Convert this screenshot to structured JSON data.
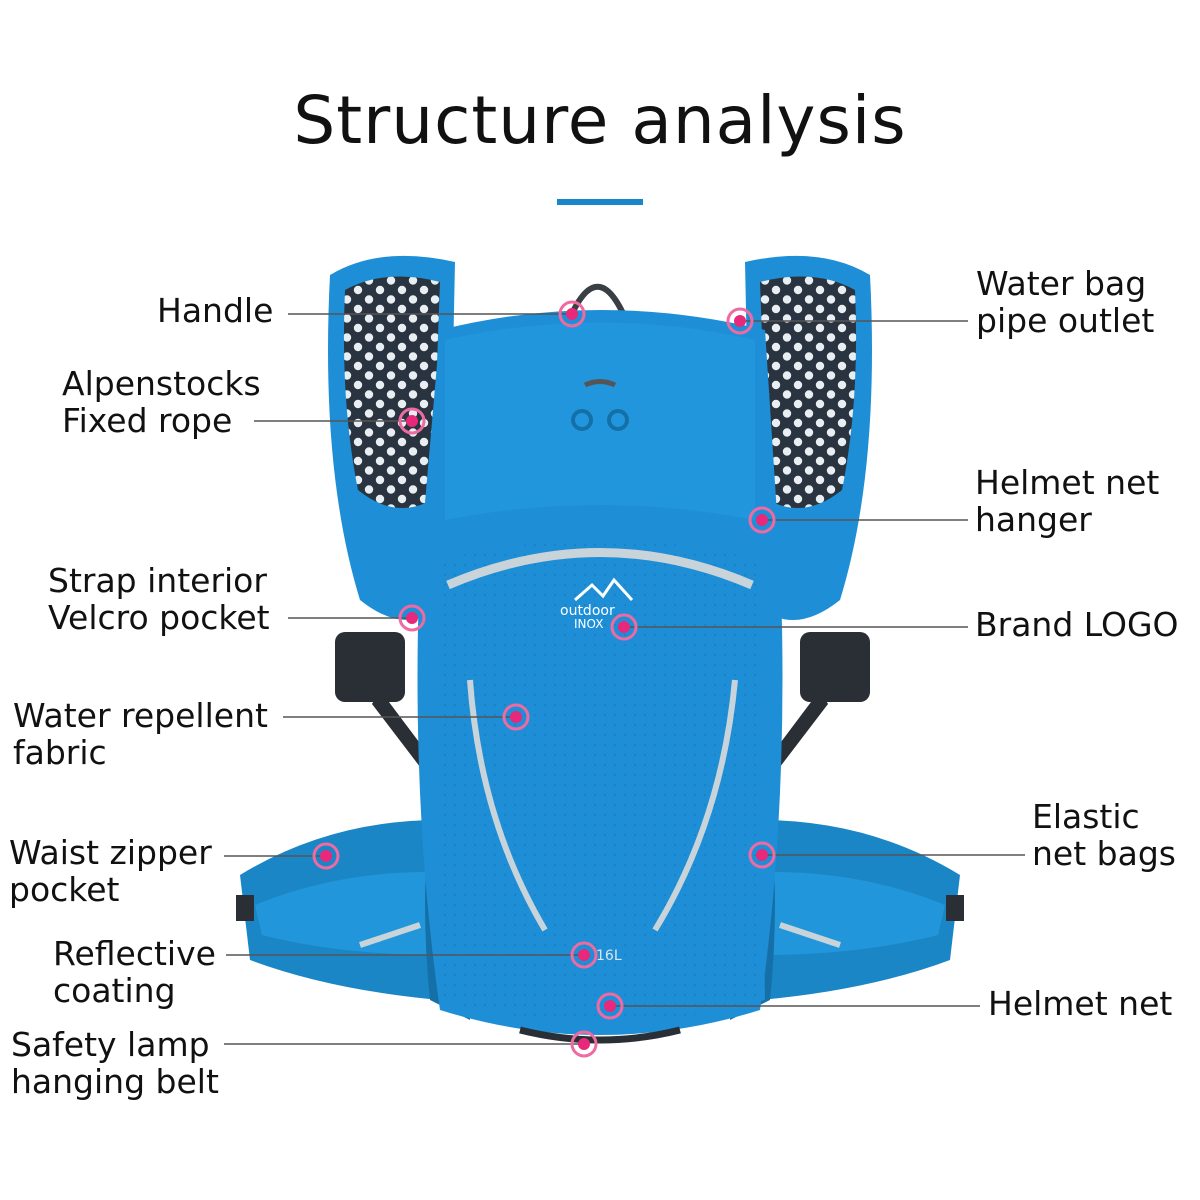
{
  "title": "Structure analysis",
  "colors": {
    "accent_rule": "#1a86c8",
    "bag_blue": "#1e8fd6",
    "bag_dark_blue": "#1670a8",
    "mesh_dark": "#2a3440",
    "marker_pink": "#e8287a",
    "reflective": "#c9d3da"
  },
  "product": {
    "logo_line1": "outdoor",
    "logo_line2": "INOX",
    "capacity": "16L"
  },
  "labels": {
    "handle": {
      "line1": "Handle"
    },
    "alpenstocks": {
      "line1": "Alpenstocks",
      "line2": "Fixed rope"
    },
    "strap_pocket": {
      "line1": "Strap interior",
      "line2": "Velcro pocket"
    },
    "fabric": {
      "line1": "Water repellent",
      "line2": "fabric"
    },
    "waist_pocket": {
      "line1": "Waist zipper",
      "line2": "pocket"
    },
    "reflective": {
      "line1": "Reflective",
      "line2": "coating"
    },
    "safety_lamp": {
      "line1": "Safety lamp",
      "line2": "hanging belt"
    },
    "water_bag": {
      "line1": "Water bag",
      "line2": "pipe outlet"
    },
    "helmet_hanger": {
      "line1": "Helmet net",
      "line2": "hanger"
    },
    "brand_logo": {
      "line1": "Brand LOGO"
    },
    "elastic_bags": {
      "line1": "Elastic",
      "line2": "net bags"
    },
    "helmet_net": {
      "line1": "Helmet net"
    }
  }
}
